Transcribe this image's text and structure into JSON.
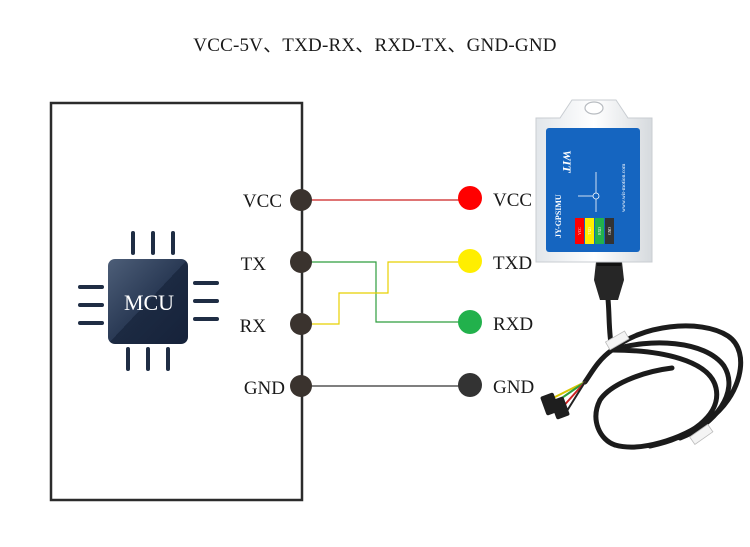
{
  "title": "VCC-5V、TXD-RX、RXD-TX、GND-GND",
  "mcu": {
    "chip_label": "MCU",
    "pins": [
      {
        "label": "VCC"
      },
      {
        "label": "TX"
      },
      {
        "label": "RX"
      },
      {
        "label": "GND"
      }
    ]
  },
  "sensor": {
    "pins": [
      {
        "label": "VCC",
        "color": "#ff0000"
      },
      {
        "label": "TXD",
        "color": "#ffee00"
      },
      {
        "label": "RXD",
        "color": "#22b14c"
      },
      {
        "label": "GND",
        "color": "#333333"
      }
    ],
    "model_text": "JY-GPSIMU",
    "website_text": "www.wit-motion.com",
    "brand_text": "WIT",
    "led_labels": [
      "VCC",
      "TXD",
      "RXD",
      "GND"
    ]
  },
  "colors": {
    "pin_dot": "#3a332e",
    "wire_vcc": "#cc2222",
    "wire_tx_rx": "#2e9e3e",
    "wire_rx_tx": "#e8d000",
    "wire_gnd": "#333333",
    "sensor_body": "#1565c0",
    "chip_dark": "#1f2d44"
  }
}
